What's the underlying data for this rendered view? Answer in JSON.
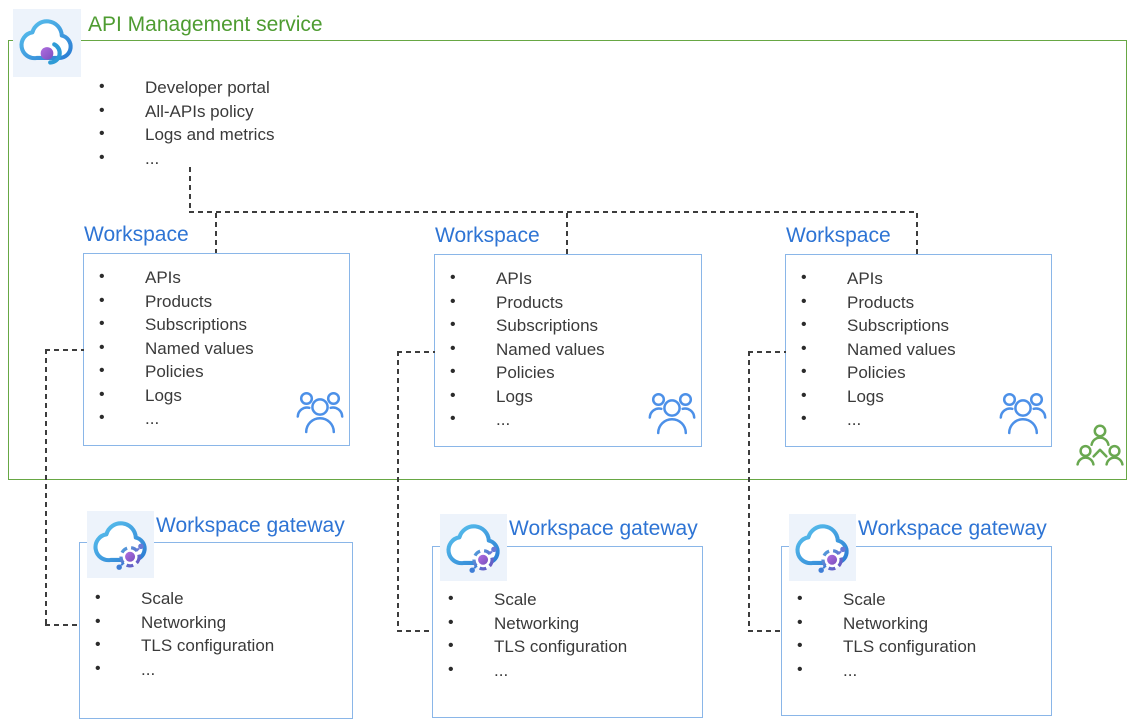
{
  "colors": {
    "service_title_green": "#4E9C31",
    "service_border_green": "#67A744",
    "workspace_title_blue": "#2E74D4",
    "box_border_blue": "#8AB6E8",
    "body_text": "#3A3A3A",
    "connector_gray": "#3D3D3D",
    "icon_tile_bg": "#EDF3FB",
    "people_icon_blue": "#4C90E8",
    "people_icon_green": "#69A850"
  },
  "service": {
    "title": "API Management service",
    "icon": "api-management-cloud-icon",
    "items": [
      "Developer portal",
      "All-APIs policy",
      "Logs and metrics",
      "..."
    ]
  },
  "workspaces": [
    {
      "title": "Workspace",
      "items": [
        "APIs",
        "Products",
        "Subscriptions",
        "Named values",
        "Policies",
        "Logs",
        "..."
      ],
      "icon": "workspace-members-icon"
    },
    {
      "title": "Workspace",
      "items": [
        "APIs",
        "Products",
        "Subscriptions",
        "Named values",
        "Policies",
        "Logs",
        "..."
      ],
      "icon": "workspace-members-icon"
    },
    {
      "title": "Workspace",
      "items": [
        "APIs",
        "Products",
        "Subscriptions",
        "Named values",
        "Policies",
        "Logs",
        "..."
      ],
      "icon": "workspace-members-icon"
    }
  ],
  "gateways": [
    {
      "title": "Workspace gateway",
      "items": [
        "Scale",
        "Networking",
        "TLS configuration",
        "..."
      ],
      "icon": "workspace-gateway-cloud-icon"
    },
    {
      "title": "Workspace gateway",
      "items": [
        "Scale",
        "Networking",
        "TLS configuration",
        "..."
      ],
      "icon": "workspace-gateway-cloud-icon"
    },
    {
      "title": "Workspace gateway",
      "items": [
        "Scale",
        "Networking",
        "TLS configuration",
        "..."
      ],
      "icon": "workspace-gateway-cloud-icon"
    }
  ]
}
